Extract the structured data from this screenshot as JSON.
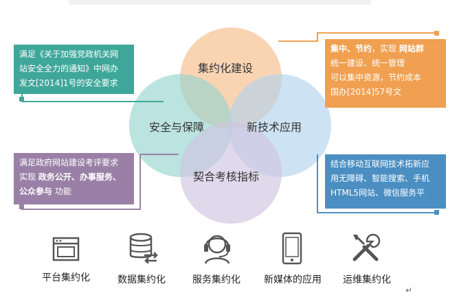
{
  "circles": {
    "top": "集约化建设",
    "left": "安全与保障",
    "right": "新技术应用",
    "bottom": "契合考核指标"
  },
  "boxes": {
    "green": {
      "line1": "满足《关于加强党政机关网",
      "line2": "站安全全力的通知》中网办",
      "line3": "发文[2014]1号的安全要求"
    },
    "orange": {
      "line1_bold_a": "集中、节约",
      "line1_mid": "，实现 ",
      "line1_bold_b": "网站群",
      "line2": "统一建设、统一管理",
      "line3": "可以集中资源，节约成本",
      "line4": "国办[2014]57号文"
    },
    "purple": {
      "line1": "满足政府网站建设考评要求",
      "line2_pre": "实现 ",
      "line2_bold": "政务公开、办事服务、",
      "line3_bold": "公众参与",
      "line3_post": " 功能"
    },
    "blue": {
      "line1": "结合移动互联网技术拓新应",
      "line2": "用无障碍、智能搜索、手机",
      "line3": "HTML5网站、微信服务平"
    }
  },
  "icons": [
    {
      "name": "window-icon",
      "label": "平台集约化"
    },
    {
      "name": "database-icon",
      "label": "数据集约化"
    },
    {
      "name": "headset-icon",
      "label": "服务集约化"
    },
    {
      "name": "phone-icon",
      "label": "新媒体的应用"
    },
    {
      "name": "tools-icon",
      "label": "运维集约化"
    }
  ],
  "colors": {
    "green": "#3fa79a",
    "orange": "#f0a050",
    "purple": "#9a80a6",
    "blue": "#4a8ec2"
  },
  "return_mark": "↵"
}
